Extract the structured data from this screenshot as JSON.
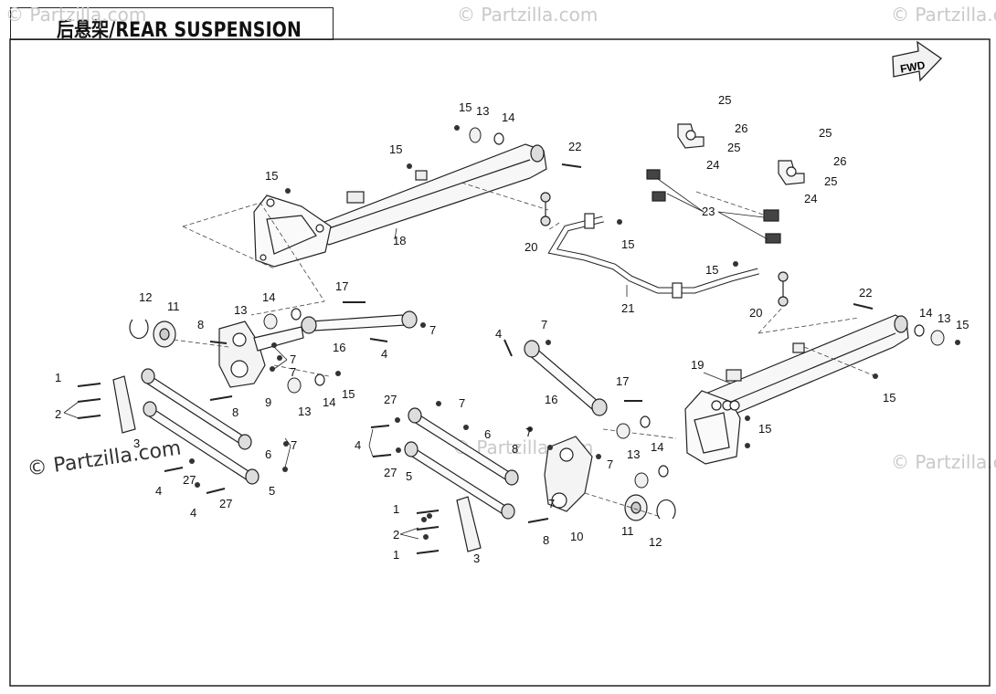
{
  "title": "后悬架/REAR SUSPENSION",
  "fwd_label": "FWD",
  "watermarks": [
    "© Partzilla.com",
    "© Partzilla.com",
    "© Partzilla.com",
    "© Partzilla.com",
    "© Partzilla.com"
  ],
  "main_watermark": "© Partzilla.com",
  "callouts": [
    {
      "n": "15"
    },
    {
      "n": "13"
    },
    {
      "n": "14"
    },
    {
      "n": "15"
    },
    {
      "n": "22"
    },
    {
      "n": "15"
    },
    {
      "n": "18"
    },
    {
      "n": "25"
    },
    {
      "n": "26"
    },
    {
      "n": "25"
    },
    {
      "n": "24"
    },
    {
      "n": "25"
    },
    {
      "n": "26"
    },
    {
      "n": "25"
    },
    {
      "n": "24"
    },
    {
      "n": "23"
    },
    {
      "n": "20"
    },
    {
      "n": "15"
    },
    {
      "n": "15"
    },
    {
      "n": "21"
    },
    {
      "n": "20"
    },
    {
      "n": "22"
    },
    {
      "n": "14"
    },
    {
      "n": "13"
    },
    {
      "n": "15"
    },
    {
      "n": "19"
    },
    {
      "n": "15"
    },
    {
      "n": "15"
    },
    {
      "n": "12"
    },
    {
      "n": "11"
    },
    {
      "n": "8"
    },
    {
      "n": "13"
    },
    {
      "n": "14"
    },
    {
      "n": "17"
    },
    {
      "n": "7"
    },
    {
      "n": "16"
    },
    {
      "n": "4"
    },
    {
      "n": "7"
    },
    {
      "n": "7"
    },
    {
      "n": "1"
    },
    {
      "n": "2"
    },
    {
      "n": "3"
    },
    {
      "n": "8"
    },
    {
      "n": "9"
    },
    {
      "n": "13"
    },
    {
      "n": "14"
    },
    {
      "n": "15"
    },
    {
      "n": "6"
    },
    {
      "n": "7"
    },
    {
      "n": "5"
    },
    {
      "n": "4"
    },
    {
      "n": "27"
    },
    {
      "n": "4"
    },
    {
      "n": "27"
    },
    {
      "n": "4"
    },
    {
      "n": "7"
    },
    {
      "n": "16"
    },
    {
      "n": "17"
    },
    {
      "n": "27"
    },
    {
      "n": "7"
    },
    {
      "n": "4"
    },
    {
      "n": "6"
    },
    {
      "n": "27"
    },
    {
      "n": "5"
    },
    {
      "n": "7"
    },
    {
      "n": "8"
    },
    {
      "n": "7"
    },
    {
      "n": "13"
    },
    {
      "n": "14"
    },
    {
      "n": "1"
    },
    {
      "n": "2"
    },
    {
      "n": "1"
    },
    {
      "n": "3"
    },
    {
      "n": "7"
    },
    {
      "n": "8"
    },
    {
      "n": "10"
    },
    {
      "n": "11"
    },
    {
      "n": "12"
    }
  ]
}
